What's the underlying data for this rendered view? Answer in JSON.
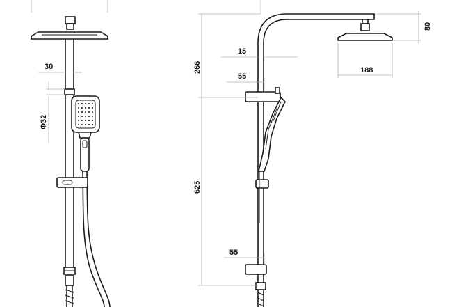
{
  "drawing": {
    "front_view": {
      "dim_30": "30",
      "dim_phi32": "Φ32"
    },
    "side_view": {
      "dim_266": "266",
      "dim_15": "15",
      "dim_55_top": "55",
      "dim_625": "625",
      "dim_55_bottom": "55",
      "dim_188": "188",
      "dim_80": "80"
    }
  }
}
